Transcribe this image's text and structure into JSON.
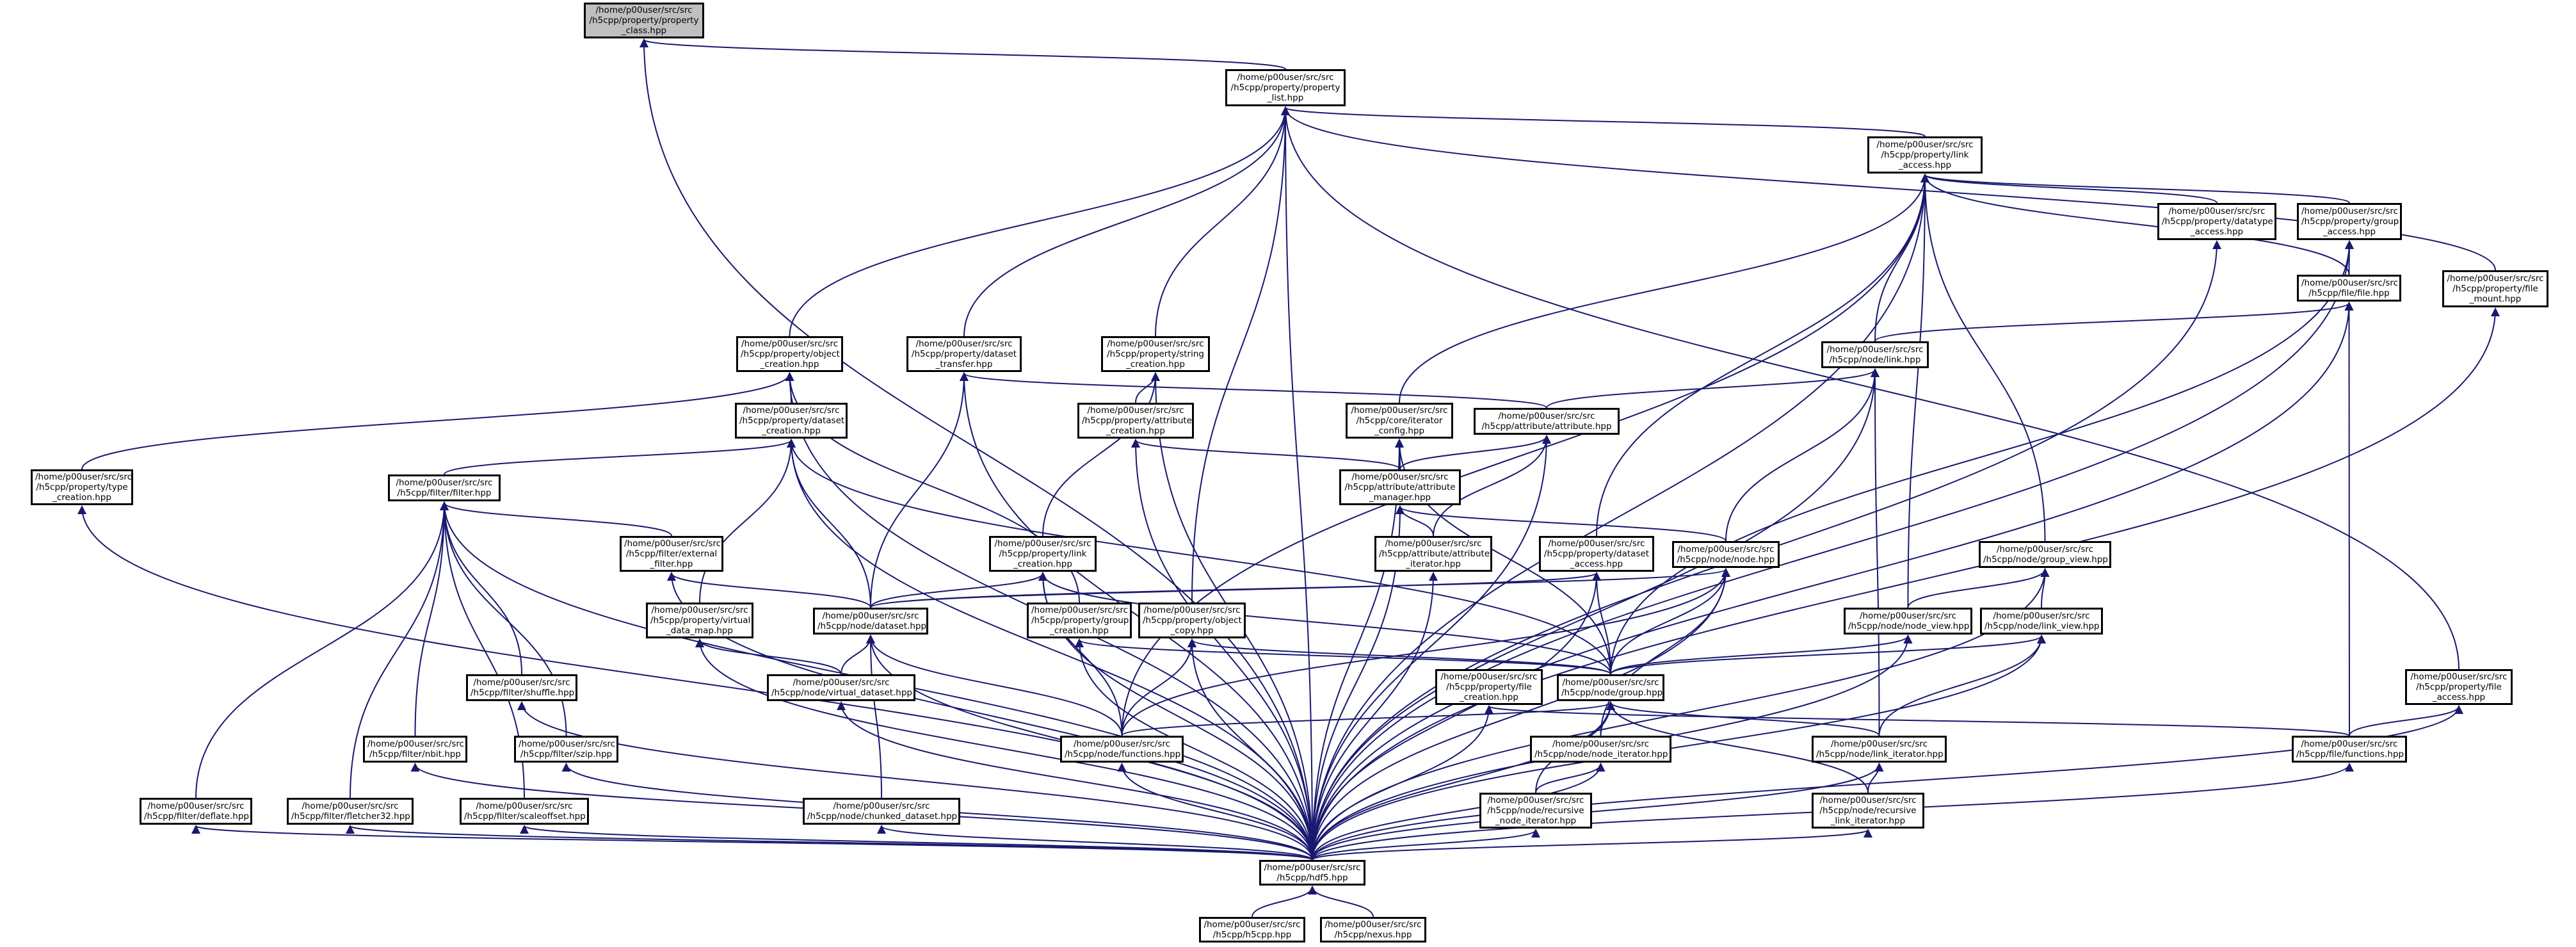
{
  "diagram": {
    "type": "include-dependency-graph",
    "colors": {
      "edge": "#191970",
      "root_fill": "#bfbfbf",
      "node_fill": "#ffffff",
      "node_border": "#000000"
    },
    "nodes": {
      "property_class": [
        "/home/p00user/src/src",
        "/h5cpp/property/property",
        "_class.hpp"
      ],
      "property_list": [
        "/home/p00user/src/src",
        "/h5cpp/property/property",
        "_list.hpp"
      ],
      "link_access": [
        "/home/p00user/src/src",
        "/h5cpp/property/link",
        "_access.hpp"
      ],
      "datatype_access": [
        "/home/p00user/src/src",
        "/h5cpp/property/datatype",
        "_access.hpp"
      ],
      "group_access": [
        "/home/p00user/src/src",
        "/h5cpp/property/group",
        "_access.hpp"
      ],
      "file_mount": [
        "/home/p00user/src/src",
        "/h5cpp/property/file",
        "_mount.hpp"
      ],
      "file_file": [
        "/home/p00user/src/src",
        "/h5cpp/file/file.hpp"
      ],
      "object_creation": [
        "/home/p00user/src/src",
        "/h5cpp/property/object",
        "_creation.hpp"
      ],
      "dataset_transfer": [
        "/home/p00user/src/src",
        "/h5cpp/property/dataset",
        "_transfer.hpp"
      ],
      "string_creation": [
        "/home/p00user/src/src",
        "/h5cpp/property/string",
        "_creation.hpp"
      ],
      "node_link": [
        "/home/p00user/src/src",
        "/h5cpp/node/link.hpp"
      ],
      "dataset_creation": [
        "/home/p00user/src/src",
        "/h5cpp/property/dataset",
        "_creation.hpp"
      ],
      "attribute_creation": [
        "/home/p00user/src/src",
        "/h5cpp/property/attribute",
        "_creation.hpp"
      ],
      "iterator_config": [
        "/home/p00user/src/src",
        "/h5cpp/core/iterator",
        "_config.hpp"
      ],
      "attribute": [
        "/home/p00user/src/src",
        "/h5cpp/attribute/attribute.hpp"
      ],
      "type_creation": [
        "/home/p00user/src/src",
        "/h5cpp/property/type",
        "_creation.hpp"
      ],
      "filter": [
        "/home/p00user/src/src",
        "/h5cpp/filter/filter.hpp"
      ],
      "attribute_manager": [
        "/home/p00user/src/src",
        "/h5cpp/attribute/attribute",
        "_manager.hpp"
      ],
      "external_filter": [
        "/home/p00user/src/src",
        "/h5cpp/filter/external",
        "_filter.hpp"
      ],
      "link_creation": [
        "/home/p00user/src/src",
        "/h5cpp/property/link",
        "_creation.hpp"
      ],
      "attribute_iterator": [
        "/home/p00user/src/src",
        "/h5cpp/attribute/attribute",
        "_iterator.hpp"
      ],
      "dataset_access": [
        "/home/p00user/src/src",
        "/h5cpp/property/dataset",
        "_access.hpp"
      ],
      "node_node": [
        "/home/p00user/src/src",
        "/h5cpp/node/node.hpp"
      ],
      "group_view": [
        "/home/p00user/src/src",
        "/h5cpp/node/group_view.hpp"
      ],
      "virtual_data_map": [
        "/home/p00user/src/src",
        "/h5cpp/property/virtual",
        "_data_map.hpp"
      ],
      "node_dataset": [
        "/home/p00user/src/src",
        "/h5cpp/node/dataset.hpp"
      ],
      "group_creation": [
        "/home/p00user/src/src",
        "/h5cpp/property/group",
        "_creation.hpp"
      ],
      "object_copy": [
        "/home/p00user/src/src",
        "/h5cpp/property/object",
        "_copy.hpp"
      ],
      "node_view": [
        "/home/p00user/src/src",
        "/h5cpp/node/node_view.hpp"
      ],
      "link_view": [
        "/home/p00user/src/src",
        "/h5cpp/node/link_view.hpp"
      ],
      "shuffle": [
        "/home/p00user/src/src",
        "/h5cpp/filter/shuffle.hpp"
      ],
      "virtual_dataset": [
        "/home/p00user/src/src",
        "/h5cpp/node/virtual_dataset.hpp"
      ],
      "file_creation": [
        "/home/p00user/src/src",
        "/h5cpp/property/file",
        "_creation.hpp"
      ],
      "node_group": [
        "/home/p00user/src/src",
        "/h5cpp/node/group.hpp"
      ],
      "file_access": [
        "/home/p00user/src/src",
        "/h5cpp/property/file",
        "_access.hpp"
      ],
      "nbit": [
        "/home/p00user/src/src",
        "/h5cpp/filter/nbit.hpp"
      ],
      "szip": [
        "/home/p00user/src/src",
        "/h5cpp/filter/szip.hpp"
      ],
      "node_functions": [
        "/home/p00user/src/src",
        "/h5cpp/node/functions.hpp"
      ],
      "node_iterator": [
        "/home/p00user/src/src",
        "/h5cpp/node/node_iterator.hpp"
      ],
      "link_iterator": [
        "/home/p00user/src/src",
        "/h5cpp/node/link_iterator.hpp"
      ],
      "file_functions": [
        "/home/p00user/src/src",
        "/h5cpp/file/functions.hpp"
      ],
      "deflate": [
        "/home/p00user/src/src",
        "/h5cpp/filter/deflate.hpp"
      ],
      "fletcher32": [
        "/home/p00user/src/src",
        "/h5cpp/filter/fletcher32.hpp"
      ],
      "scaleoffset": [
        "/home/p00user/src/src",
        "/h5cpp/filter/scaleoffset.hpp"
      ],
      "chunked_dataset": [
        "/home/p00user/src/src",
        "/h5cpp/node/chunked_dataset.hpp"
      ],
      "recursive_node_iterator": [
        "/home/p00user/src/src",
        "/h5cpp/node/recursive",
        "_node_iterator.hpp"
      ],
      "recursive_link_iterator": [
        "/home/p00user/src/src",
        "/h5cpp/node/recursive",
        "_link_iterator.hpp"
      ],
      "hdf5": [
        "/home/p00user/src/src",
        "/h5cpp/hdf5.hpp"
      ],
      "h5cpp": [
        "/home/p00user/src/src",
        "/h5cpp/h5cpp.hpp"
      ],
      "nexus": [
        "/home/p00user/src/src",
        "/h5cpp/nexus.hpp"
      ]
    },
    "edges": [
      [
        "property_list",
        "property_class"
      ],
      [
        "hdf5",
        "property_class"
      ],
      [
        "link_access",
        "property_list"
      ],
      [
        "object_creation",
        "property_list"
      ],
      [
        "dataset_transfer",
        "property_list"
      ],
      [
        "string_creation",
        "property_list"
      ],
      [
        "object_copy",
        "property_list"
      ],
      [
        "file_mount",
        "property_list"
      ],
      [
        "file_access",
        "property_list"
      ],
      [
        "hdf5",
        "property_list"
      ],
      [
        "datatype_access",
        "link_access"
      ],
      [
        "group_access",
        "link_access"
      ],
      [
        "iterator_config",
        "link_access"
      ],
      [
        "node_link",
        "link_access"
      ],
      [
        "dataset_access",
        "link_access"
      ],
      [
        "node_functions",
        "link_access"
      ],
      [
        "node_view",
        "link_access"
      ],
      [
        "group_view",
        "link_access"
      ],
      [
        "hdf5",
        "link_access"
      ],
      [
        "file_file",
        "link_access"
      ],
      [
        "file_file",
        "group_access"
      ],
      [
        "node_group",
        "group_access"
      ],
      [
        "hdf5",
        "group_access"
      ],
      [
        "hdf5",
        "datatype_access"
      ],
      [
        "hdf5",
        "file_mount"
      ],
      [
        "node_link",
        "file_file"
      ],
      [
        "file_functions",
        "file_file"
      ],
      [
        "hdf5",
        "file_file"
      ],
      [
        "dataset_creation",
        "object_creation"
      ],
      [
        "type_creation",
        "object_creation"
      ],
      [
        "group_creation",
        "object_creation"
      ],
      [
        "hdf5",
        "object_creation"
      ],
      [
        "node_dataset",
        "dataset_transfer"
      ],
      [
        "attribute",
        "dataset_transfer"
      ],
      [
        "hdf5",
        "dataset_transfer"
      ],
      [
        "attribute_creation",
        "string_creation"
      ],
      [
        "link_creation",
        "string_creation"
      ],
      [
        "hdf5",
        "string_creation"
      ],
      [
        "attribute",
        "node_link"
      ],
      [
        "link_iterator",
        "node_link"
      ],
      [
        "node_node",
        "node_link"
      ],
      [
        "hdf5",
        "node_link"
      ],
      [
        "filter",
        "dataset_creation"
      ],
      [
        "virtual_data_map",
        "dataset_creation"
      ],
      [
        "node_dataset",
        "dataset_creation"
      ],
      [
        "node_group",
        "dataset_creation"
      ],
      [
        "hdf5",
        "dataset_creation"
      ],
      [
        "attribute_manager",
        "attribute_creation"
      ],
      [
        "hdf5",
        "attribute_creation"
      ],
      [
        "attribute_manager",
        "iterator_config"
      ],
      [
        "node_group",
        "iterator_config"
      ],
      [
        "hdf5",
        "iterator_config"
      ],
      [
        "attribute_manager",
        "attribute"
      ],
      [
        "attribute_iterator",
        "attribute"
      ],
      [
        "hdf5",
        "attribute"
      ],
      [
        "hdf5",
        "type_creation"
      ],
      [
        "external_filter",
        "filter"
      ],
      [
        "shuffle",
        "filter"
      ],
      [
        "nbit",
        "filter"
      ],
      [
        "szip",
        "filter"
      ],
      [
        "deflate",
        "filter"
      ],
      [
        "fletcher32",
        "filter"
      ],
      [
        "scaleoffset",
        "filter"
      ],
      [
        "hdf5",
        "filter"
      ],
      [
        "attribute_iterator",
        "attribute_manager"
      ],
      [
        "node_node",
        "attribute_manager"
      ],
      [
        "hdf5",
        "attribute_manager"
      ],
      [
        "node_dataset",
        "external_filter"
      ],
      [
        "hdf5",
        "external_filter"
      ],
      [
        "node_dataset",
        "link_creation"
      ],
      [
        "node_group",
        "link_creation"
      ],
      [
        "node_functions",
        "link_creation"
      ],
      [
        "hdf5",
        "link_creation"
      ],
      [
        "hdf5",
        "attribute_iterator"
      ],
      [
        "node_dataset",
        "dataset_access"
      ],
      [
        "node_group",
        "dataset_access"
      ],
      [
        "hdf5",
        "dataset_access"
      ],
      [
        "node_dataset",
        "node_node"
      ],
      [
        "node_group",
        "node_node"
      ],
      [
        "node_functions",
        "node_node"
      ],
      [
        "node_iterator",
        "node_node"
      ],
      [
        "hdf5",
        "node_node"
      ],
      [
        "node_view",
        "group_view"
      ],
      [
        "link_view",
        "group_view"
      ],
      [
        "hdf5",
        "group_view"
      ],
      [
        "virtual_dataset",
        "virtual_data_map"
      ],
      [
        "hdf5",
        "virtual_data_map"
      ],
      [
        "virtual_dataset",
        "node_dataset"
      ],
      [
        "chunked_dataset",
        "node_dataset"
      ],
      [
        "node_functions",
        "node_dataset"
      ],
      [
        "hdf5",
        "node_dataset"
      ],
      [
        "node_group",
        "group_creation"
      ],
      [
        "hdf5",
        "group_creation"
      ],
      [
        "node_group",
        "object_copy"
      ],
      [
        "node_functions",
        "object_copy"
      ],
      [
        "hdf5",
        "object_copy"
      ],
      [
        "node_group",
        "node_view"
      ],
      [
        "hdf5",
        "node_view"
      ],
      [
        "node_group",
        "link_view"
      ],
      [
        "link_iterator",
        "link_view"
      ],
      [
        "hdf5",
        "link_view"
      ],
      [
        "hdf5",
        "shuffle"
      ],
      [
        "hdf5",
        "virtual_dataset"
      ],
      [
        "file_functions",
        "file_creation"
      ],
      [
        "hdf5",
        "file_creation"
      ],
      [
        "node_functions",
        "node_group"
      ],
      [
        "node_iterator",
        "node_group"
      ],
      [
        "link_iterator",
        "node_group"
      ],
      [
        "recursive_node_iterator",
        "node_group"
      ],
      [
        "recursive_link_iterator",
        "node_group"
      ],
      [
        "hdf5",
        "node_group"
      ],
      [
        "file_functions",
        "file_access"
      ],
      [
        "hdf5",
        "file_access"
      ],
      [
        "hdf5",
        "nbit"
      ],
      [
        "hdf5",
        "szip"
      ],
      [
        "hdf5",
        "node_functions"
      ],
      [
        "recursive_node_iterator",
        "node_iterator"
      ],
      [
        "hdf5",
        "node_iterator"
      ],
      [
        "recursive_link_iterator",
        "link_iterator"
      ],
      [
        "hdf5",
        "link_iterator"
      ],
      [
        "hdf5",
        "file_functions"
      ],
      [
        "hdf5",
        "deflate"
      ],
      [
        "hdf5",
        "fletcher32"
      ],
      [
        "hdf5",
        "scaleoffset"
      ],
      [
        "hdf5",
        "chunked_dataset"
      ],
      [
        "hdf5",
        "recursive_node_iterator"
      ],
      [
        "hdf5",
        "recursive_link_iterator"
      ],
      [
        "h5cpp",
        "hdf5"
      ],
      [
        "nexus",
        "hdf5"
      ]
    ]
  }
}
